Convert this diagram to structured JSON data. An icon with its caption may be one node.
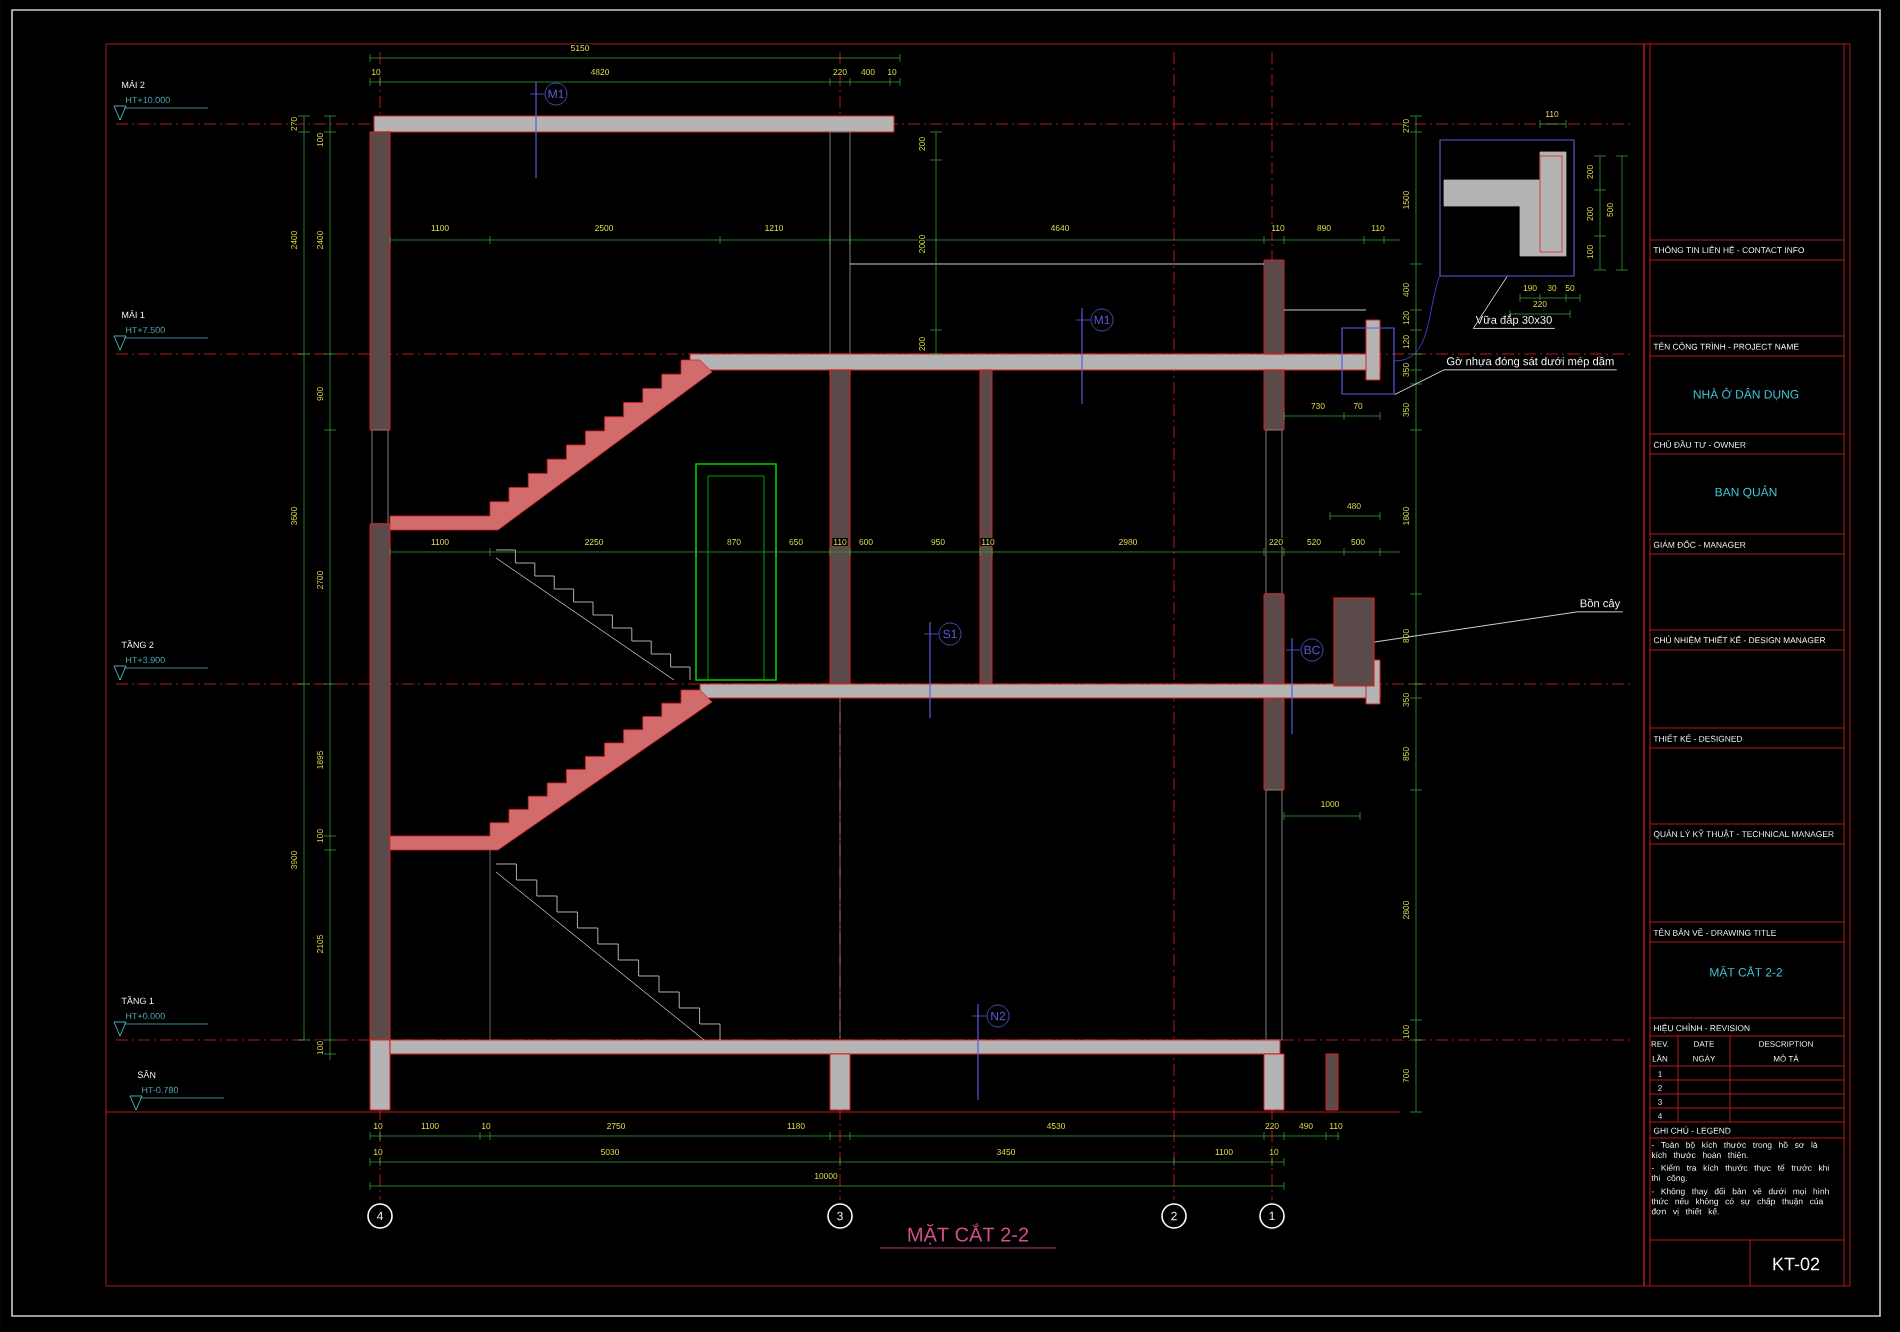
{
  "diagram": {
    "title": "MẶT CẮT 2-2",
    "nodes": [
      {
        "text": [
          "Vữa đắp 30x30"
        ]
      },
      {
        "text": [],
        "shape": "box"
      },
      {
        "text": [
          "Gờ nhựa đóng sát dưới mép dầm"
        ]
      },
      {
        "text": [],
        "shape": "box"
      },
      {
        "text": [
          "Bồn cây"
        ]
      },
      {
        "text": [],
        "shape": "box"
      }
    ],
    "edges": [
      {
        "from": 0,
        "to": 1,
        "arrow": "none"
      },
      {
        "from": 1,
        "to": 3,
        "arrow": "none",
        "color": "#3c3cd2"
      },
      {
        "from": 2,
        "to": 3,
        "arrow": "none"
      },
      {
        "from": 4,
        "to": 5,
        "arrow": "none"
      }
    ],
    "labels": [
      "MÁI 2",
      "HT+10.000",
      "MÁI 1",
      "HT+7.500",
      "TẦNG 2",
      "HT+3.900",
      "TẦNG 1",
      "HT+0.000",
      "SÂN",
      "HT-0.780",
      "5150",
      "10",
      "4820",
      "220",
      "400",
      "10",
      "1100",
      "2500",
      "1210",
      "4640",
      "110",
      "890",
      "110",
      "1100",
      "2250",
      "870",
      "650",
      "110",
      "600",
      "950",
      "110",
      "2980",
      "220",
      "520",
      "480",
      "500",
      "200",
      "2000",
      "200",
      "730",
      "70",
      "1000",
      "270",
      "2400",
      "3600",
      "3900",
      "100",
      "2400",
      "900",
      "2700",
      "1895",
      "100",
      "2105",
      "100",
      "270",
      "1500",
      "400",
      "120",
      "120",
      "350",
      "350",
      "1800",
      "800",
      "350",
      "850",
      "2800",
      "100",
      "700",
      "110",
      "200",
      "200",
      "100",
      "500",
      "190",
      "30",
      "50",
      "220",
      "10",
      "1100",
      "10",
      "2750",
      "1180",
      "4530",
      "220",
      "490",
      "110",
      "10",
      "5030",
      "3450",
      "1100",
      "10",
      "10000",
      "4",
      "3",
      "2",
      "1",
      "M1",
      "M1",
      "S1",
      "BC",
      "N2",
      "THÔNG TIN LIÊN HỆ - CONTACT INFO",
      "TÊN CÔNG TRÌNH - PROJECT NAME",
      "NHÀ Ở DÂN DỤNG",
      "CHỦ ĐẦU TƯ - OWNER",
      "BAN QUẢN",
      "GIÁM ĐỐC - MANAGER",
      "CHỦ NHIỆM THIẾT KẾ - DESIGN MANAGER",
      "THIẾT KẾ - DESIGNED",
      "QUẢN LÝ KỸ THUẬT - TECHNICAL MANAGER",
      "TÊN BẢN VẼ - DRAWING TITLE",
      "MẶT CẮT 2-2",
      "HIỆU CHỈNH - REVISION",
      "REV.",
      "DATE",
      "DESCRIPTION",
      "LẦN",
      "NGÀY",
      "MÔ TẢ",
      "1",
      "2",
      "3",
      "4",
      "GHI CHÚ - LEGEND",
      "- Toàn bộ kích thước trong hồ sơ là kích thước hoàn thiện.",
      "- Kiểm tra kích thước thực tế trước khi thi công.",
      "- Không thay đổi bản vẽ dưới mọi hình thức nếu không có sự chấp thuận của đơn vị thiết kế.",
      "KT-02"
    ]
  }
}
